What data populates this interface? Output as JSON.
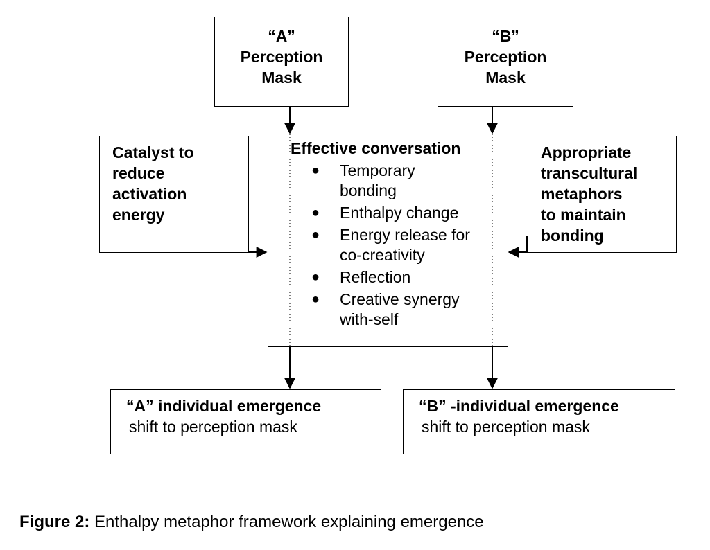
{
  "mask_a": {
    "lines": [
      "“A”",
      "Perception",
      "Mask"
    ]
  },
  "mask_b": {
    "lines": [
      "“B”",
      "Perception",
      "Mask"
    ]
  },
  "catalyst": {
    "lines": [
      "Catalyst to",
      "reduce",
      "activation",
      "energy"
    ]
  },
  "metaphors": {
    "lines": [
      "Appropriate",
      "transcultural",
      "metaphors",
      "to maintain",
      "bonding"
    ]
  },
  "center": {
    "title": "Effective conversation",
    "items": [
      [
        "Temporary",
        "bonding"
      ],
      [
        "Enthalpy change"
      ],
      [
        "Energy release for",
        "co-creativity"
      ],
      [
        "Reflection"
      ],
      [
        "Creative synergy",
        "with-self"
      ]
    ]
  },
  "outcome_a": {
    "title": "“A” individual emergence",
    "sub": "shift to perception mask"
  },
  "outcome_b": {
    "title": "“B” -individual emergence",
    "sub": "shift to perception mask"
  },
  "caption": {
    "label": "Figure 2:",
    "text": " Enthalpy metaphor framework explaining emergence"
  }
}
